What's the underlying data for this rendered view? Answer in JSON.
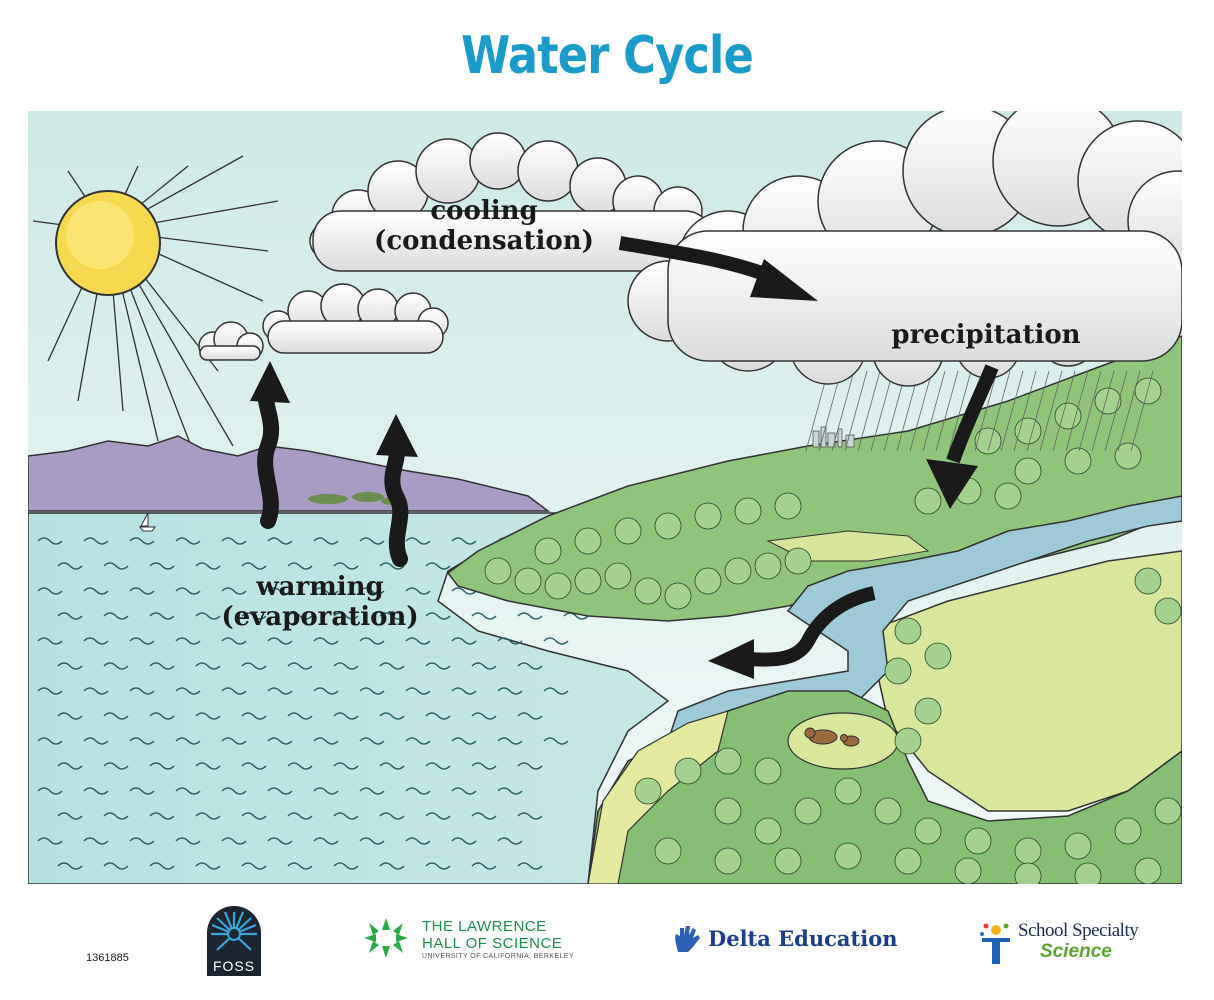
{
  "title": "Water Cycle",
  "labels": {
    "cooling": "cooling",
    "condensation": "(condensation)",
    "precipitation": "precipitation",
    "warming": "warming",
    "evaporation": "(evaporation)"
  },
  "footer": {
    "catalog_number": "1361885",
    "foss": "FOSS",
    "lawrence_line1": "THE LAWRENCE",
    "lawrence_line2": "HALL OF SCIENCE",
    "lawrence_line3": "UNIVERSITY OF CALIFORNIA, BERKELEY",
    "delta": "Delta Education",
    "school_specialty_line1": "School Specialty",
    "school_specialty_line2": "Science"
  },
  "colors": {
    "title": "#1a9bc9",
    "sky": "#dff0ee",
    "ocean": "#aedfe0",
    "mountains": "#a99cc4",
    "forest": "#8fc47a",
    "meadow": "#d7e59a",
    "river": "#9dcad6",
    "sun": "#f6d94f"
  }
}
